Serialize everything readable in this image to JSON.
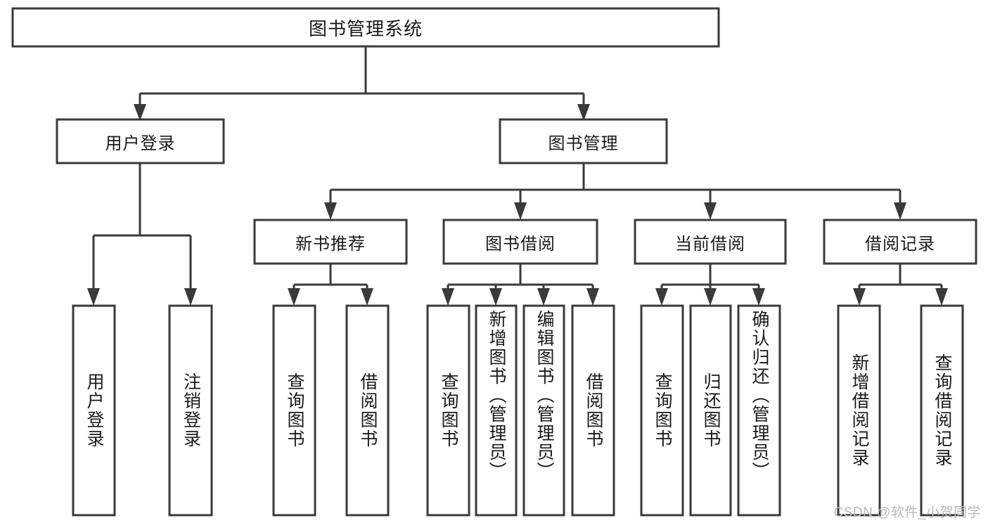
{
  "diagram": {
    "title": "图书管理系统",
    "type": "hierarchy-tree",
    "watermark": "CSDN @软件_小贺同学",
    "colors": {
      "stroke": "#3a3a3a",
      "box_fill": "#ffffff",
      "text": "#1a1a1a",
      "background": "#ffffff",
      "watermark": "#b9b9b9"
    },
    "root": {
      "id": "root",
      "label": "图书管理系统",
      "orientation": "horizontal"
    },
    "level2": [
      {
        "id": "user-login",
        "label": "用户登录",
        "orientation": "horizontal"
      },
      {
        "id": "book-management",
        "label": "图书管理",
        "orientation": "horizontal"
      }
    ],
    "level3": [
      {
        "id": "new-book-recommend",
        "label": "新书推荐",
        "orientation": "horizontal"
      },
      {
        "id": "book-borrow",
        "label": "图书借阅",
        "orientation": "horizontal"
      },
      {
        "id": "current-borrow",
        "label": "当前借阅",
        "orientation": "horizontal"
      },
      {
        "id": "borrow-record",
        "label": "借阅记录",
        "orientation": "horizontal"
      }
    ],
    "leaves": {
      "user-login": [
        {
          "id": "leaf-user-login",
          "label": "用户登录"
        },
        {
          "id": "leaf-logout",
          "label": "注销登录"
        }
      ],
      "new-book-recommend": [
        {
          "id": "leaf-query-book-1",
          "label": "查询图书"
        },
        {
          "id": "leaf-borrow-book-1",
          "label": "借阅图书"
        }
      ],
      "book-borrow": [
        {
          "id": "leaf-query-book-2",
          "label": "查询图书"
        },
        {
          "id": "leaf-add-book",
          "label": "新增图书（管理员）"
        },
        {
          "id": "leaf-edit-book",
          "label": "编辑图书（管理员）"
        },
        {
          "id": "leaf-borrow-book-2",
          "label": "借阅图书"
        }
      ],
      "current-borrow": [
        {
          "id": "leaf-query-book-3",
          "label": "查询图书"
        },
        {
          "id": "leaf-return-book",
          "label": "归还图书"
        },
        {
          "id": "leaf-confirm-return",
          "label": "确认归还（管理员）"
        }
      ],
      "borrow-record": [
        {
          "id": "leaf-add-record",
          "label": "新增借阅记录"
        },
        {
          "id": "leaf-query-record",
          "label": "查询借阅记录"
        }
      ]
    }
  }
}
